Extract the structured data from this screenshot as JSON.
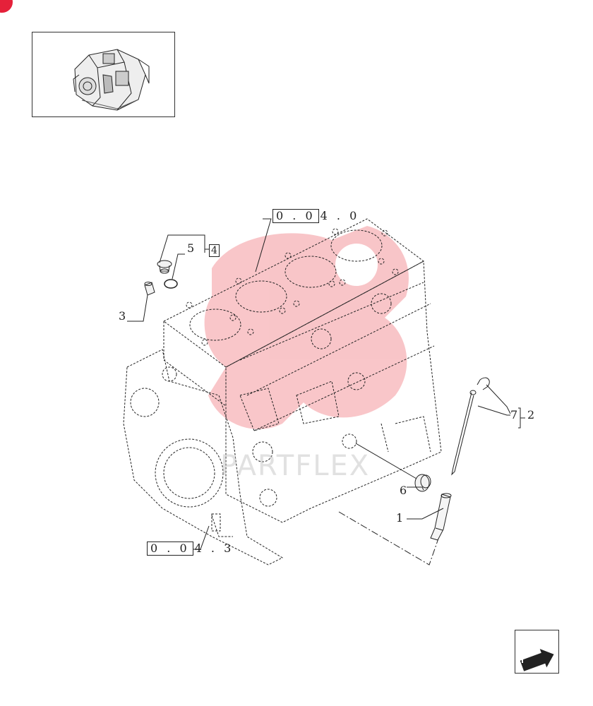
{
  "callouts": {
    "c1": "1",
    "c2": "2",
    "c3": "3",
    "c4": "4",
    "c5": "5",
    "c6": "6",
    "c7": "7"
  },
  "references": {
    "top": {
      "boxed": "0 . 0",
      "rest": "4 . 0"
    },
    "bottom": {
      "boxed": "0 . 0",
      "rest": "4 . 3"
    }
  },
  "watermark_text": "PARTFLEX",
  "icons": {
    "thumbnail": "engine-thumbnail-icon",
    "navigation": "next-page-arrow-icon"
  },
  "colors": {
    "badge": "#e5213a",
    "watermark": "#e8323c",
    "line": "#222222"
  }
}
